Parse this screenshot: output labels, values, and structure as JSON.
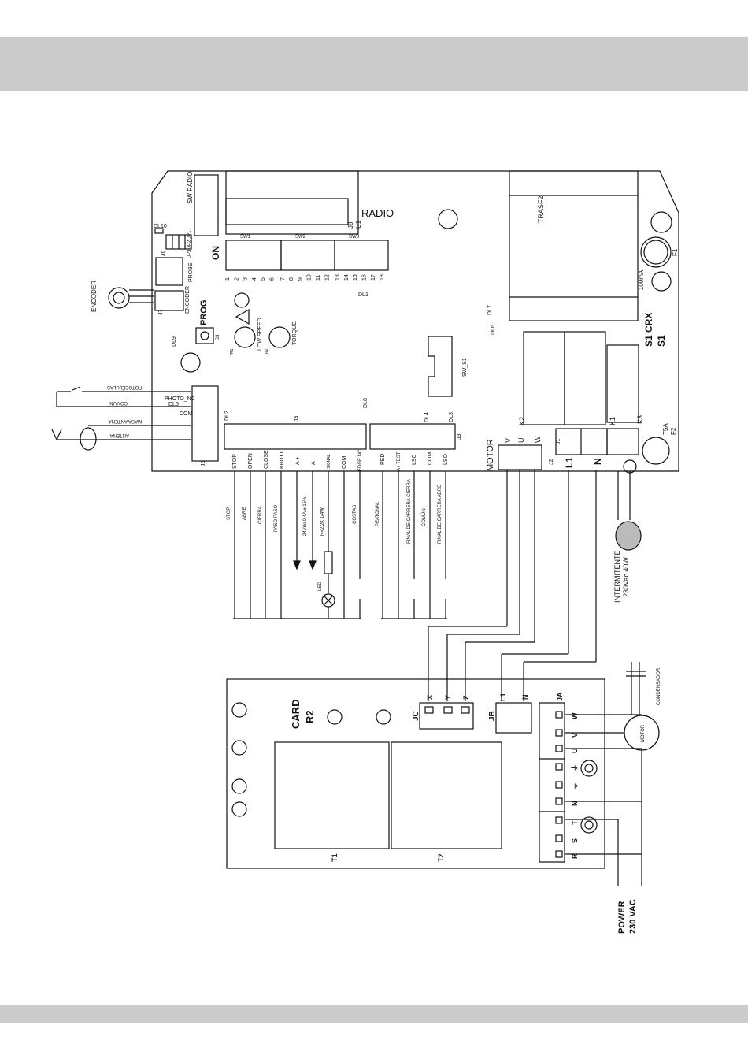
{
  "colors": {
    "band": "#cbcbcb",
    "ink": "#111111",
    "paper": "#ffffff"
  },
  "main_board": {
    "labels": {
      "sw_radio": "SW RADIO",
      "radio": "RADIO",
      "u1": "U1",
      "j8": "J8",
      "trasf2": "TRASF2",
      "f1": "F1",
      "t100ma": "T100mA",
      "dl10": "DL10",
      "j6": "J6",
      "jp_group": "JP3 JP2 JP1",
      "probe": "PROBE",
      "encoder_conn": "ENCODER",
      "j7": "J7",
      "on": "ON",
      "sw1": "SW1",
      "sw2": "SW2",
      "sw3": "SW3",
      "dl1": "DL1",
      "dl7": "DL7",
      "dl6": "DL6",
      "prog": "PROG",
      "s3": "S3",
      "dl9": "DL9",
      "low_speed": "LOW SPEED",
      "torque": "TORQUE",
      "tr1": "TR1",
      "tr2": "TR2",
      "sw_s1": "SW_S1",
      "s1_crx": "S1 CRX",
      "s1": "S1",
      "photo_nc": "PHOTO_NC",
      "dl5": "DL5",
      "com": "COM",
      "dl2": "DL2",
      "j4": "J4",
      "dl8": "DL8",
      "dl4": "DL4",
      "dl3": "DL3",
      "j3": "J3",
      "j5": "J5",
      "k1": "K1",
      "k2": "K2",
      "k3": "K3",
      "t5a": "T5A",
      "f2": "F2",
      "j1": "J1",
      "j2": "J2",
      "motor": "MOTOR",
      "l1": "L1",
      "n": "N"
    },
    "switch_numbers": [
      "1",
      "2",
      "3",
      "4",
      "5",
      "6",
      "7",
      "8",
      "9",
      "10",
      "11",
      "12",
      "13",
      "14",
      "15",
      "16",
      "17",
      "18"
    ],
    "motor_terminals": [
      "V",
      "U",
      "W"
    ],
    "j4_terminals": [
      "STOP",
      "OPEN",
      "CLOSE",
      "KBUTT",
      "A +",
      "A −",
      "SIGNAL",
      "COM",
      "EDGE NC"
    ],
    "j3_terminals": [
      "PED",
      "A+ TEST",
      "LSC",
      "COM",
      "LSO"
    ]
  },
  "external": {
    "encoder": "ENCODER",
    "fotocelulas": "FOTOCÉLULAS",
    "comun_photo": "COMÚN",
    "masa_antena": "MASA ANTENA",
    "antena": "ANTENA",
    "stop": "STOP",
    "abre": "ABRE",
    "cierra": "CIERRA",
    "paso_paso": "PASO PASO",
    "supply": "24Vdc 0,4A ± 15%",
    "resistor": "R=2,2K 1/4W",
    "led": "LED",
    "costas": "COSTAS",
    "peatonal": "PEATONAL",
    "fc_cierra": "FINAL DE CARRERA CIERRA",
    "comun": "COMÚN",
    "fc_abre": "FINAL DE CARRERA ABRE",
    "intermitente": "INTERMITENTE",
    "intermitente_spec": "230Vac 40W",
    "condensador": "CONDENSADOR",
    "motor": "MOTOR",
    "power": "POWER",
    "power_spec": "230 VAC"
  },
  "card_r2": {
    "card": "CARD",
    "r2": "R2",
    "jc": "JC",
    "jc_pins": [
      "X",
      "Y",
      "Z"
    ],
    "jb": "JB",
    "jb_pins": [
      "L1",
      "N"
    ],
    "ja": "JA",
    "ja_pins": [
      "W",
      "V",
      "U",
      "⏚",
      "⏚",
      "N",
      "T",
      "S",
      "R"
    ],
    "t1": "T1",
    "t2": "T2"
  }
}
